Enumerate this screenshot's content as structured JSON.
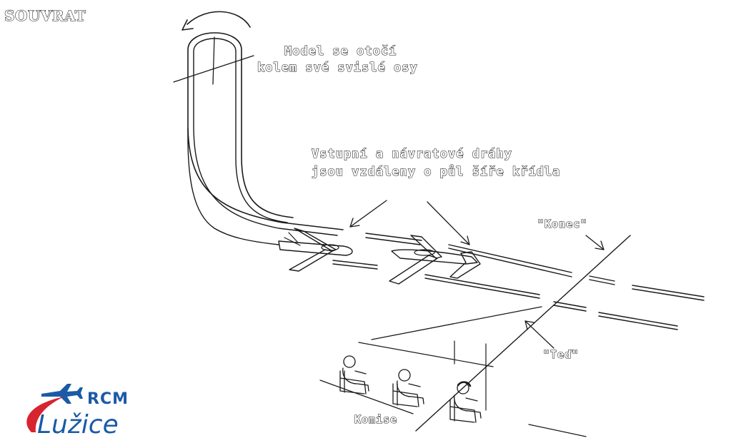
{
  "title": "SOUVRAT",
  "annotations": {
    "rotate_line1": "Model se otočí",
    "rotate_line2": "kolem své svislé osy",
    "tracks_line1": "Vstupní a návratové dráhy",
    "tracks_line2": "jsou vzdáleny o půl šíře křídla",
    "end_marker": "\"Konec\"",
    "now_marker": "\"Teď\"",
    "judges": "Komise"
  },
  "logo": {
    "top": "RCM",
    "main": "Lužice"
  },
  "colors": {
    "ink": "#1a1a1a",
    "logo_blue": "#1b5aa6",
    "logo_red": "#d7242f"
  }
}
